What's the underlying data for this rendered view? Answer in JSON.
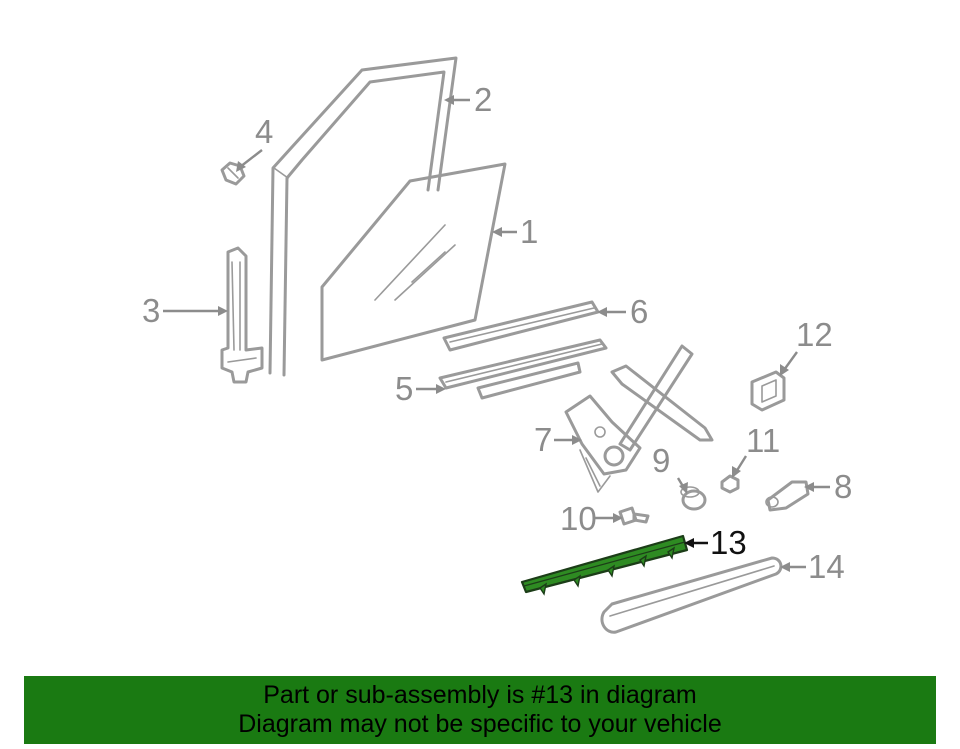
{
  "diagram": {
    "callouts": [
      "1",
      "2",
      "3",
      "4",
      "5",
      "6",
      "7",
      "8",
      "9",
      "10",
      "11",
      "12",
      "13",
      "14"
    ],
    "highlighted": "13"
  },
  "banner": {
    "line1": "Part or sub-assembly is #13 in diagram",
    "line2": "Diagram may not be specific to your vehicle",
    "color": "#1a7a12"
  },
  "colors": {
    "highlight_part": "#2e8b22",
    "outline": "#9a9a9a"
  }
}
